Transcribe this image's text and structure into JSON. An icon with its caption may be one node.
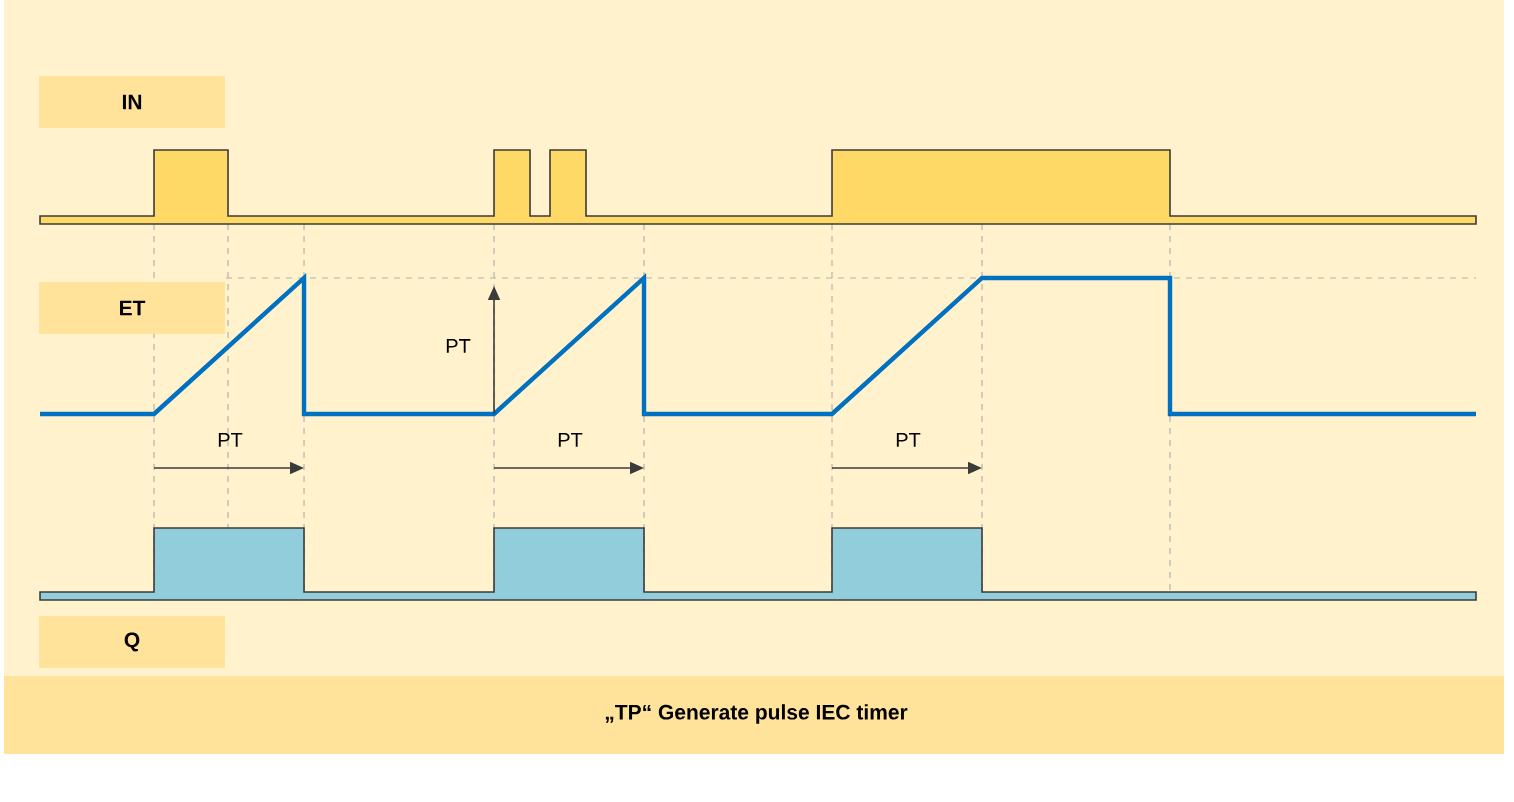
{
  "diagram": {
    "caption": "„TP“ Generate pulse IEC timer",
    "nodes": [
      {
        "text": [
          "IN"
        ]
      },
      {
        "text": [
          "ET"
        ]
      },
      {
        "text": [
          "Q"
        ]
      }
    ],
    "labels": [
      "PT",
      "PT",
      "PT",
      "PT"
    ]
  }
}
